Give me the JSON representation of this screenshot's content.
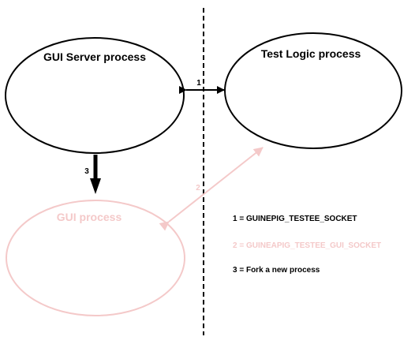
{
  "nodes": {
    "gui_server": {
      "label": "GUI Server process"
    },
    "test_logic": {
      "label": "Test Logic process"
    },
    "gui": {
      "label": "GUI process"
    }
  },
  "edges": {
    "e1": {
      "label": "1"
    },
    "e2": {
      "label": "2"
    },
    "e3": {
      "label": "3"
    }
  },
  "legend": {
    "item1": "1 = GUINEPIG_TESTEE_SOCKET",
    "item2": "2 = GUINEAPIG_TESTEE_GUI_SOCKET",
    "item3": "3 = Fork a new process"
  },
  "colors": {
    "ink": "#000000",
    "faded": "#f4c9c9",
    "background": "#ffffff"
  }
}
